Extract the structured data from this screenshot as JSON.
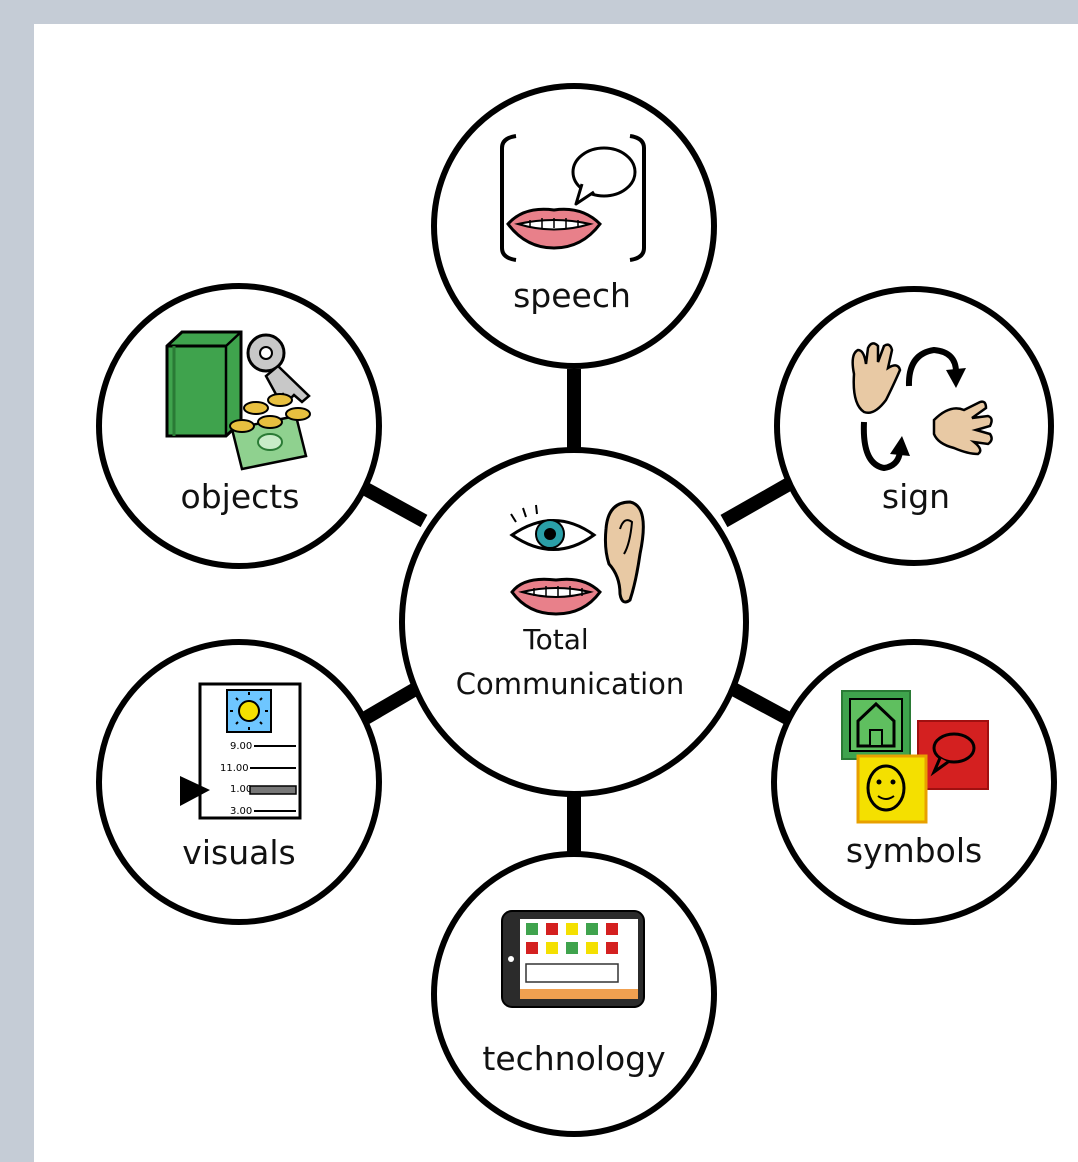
{
  "center": {
    "line1": "Total",
    "line2": "Communication",
    "icon": "eye-ear-mouth-icon"
  },
  "nodes": [
    {
      "label": "speech",
      "icon": "speaking-mouth-icon"
    },
    {
      "label": "sign",
      "icon": "signing-hands-icon"
    },
    {
      "label": "symbols",
      "icon": "symbol-cards-icon"
    },
    {
      "label": "technology",
      "icon": "communication-tablet-icon"
    },
    {
      "label": "visuals",
      "icon": "visual-timetable-icon"
    },
    {
      "label": "objects",
      "icon": "objects-book-key-coins-icon"
    }
  ],
  "timetable": [
    "9.00",
    "11.00",
    "1.00",
    "3.00"
  ],
  "colors": {
    "background": "#c5ccd6",
    "green": "#3fa34d",
    "red": "#d42020",
    "yellow": "#f4e000",
    "lips": "#e8808a",
    "skin": "#e8c9a4",
    "outline": "#000000"
  }
}
